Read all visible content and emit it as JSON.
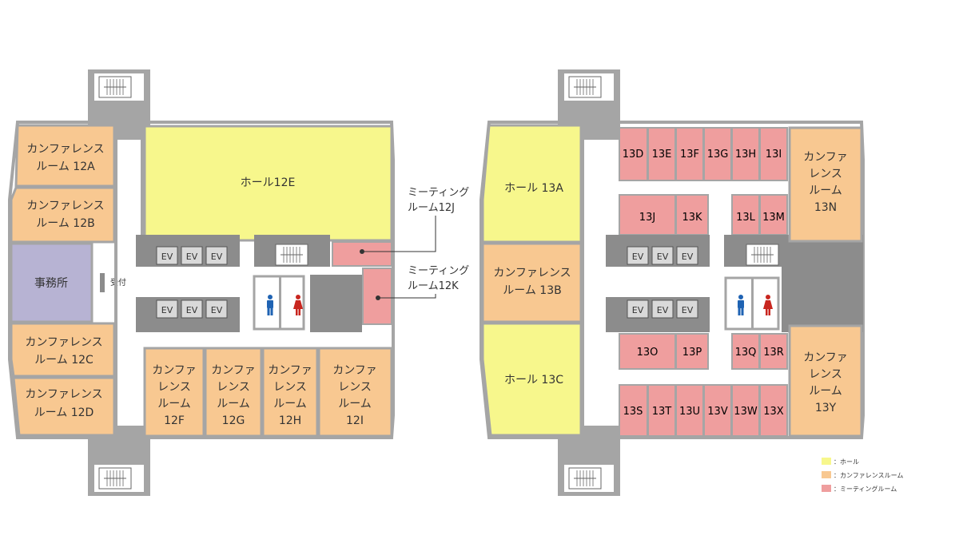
{
  "colors": {
    "hall": "#f7f78c",
    "conference": "#f8c891",
    "meeting": "#ef9e9e",
    "office": "#b7b3d3",
    "core": "#8c8c8c",
    "wall": "#a5a5a5",
    "corridor": "#ffffff"
  },
  "floor12": {
    "rooms": {
      "conf_12a": {
        "line1": "カンファレンス",
        "line2": "ルーム 12A"
      },
      "conf_12b": {
        "line1": "カンファレンス",
        "line2": "ルーム 12B"
      },
      "office": {
        "label": "事務所"
      },
      "reception": {
        "label": "受付"
      },
      "conf_12c": {
        "line1": "カンファレンス",
        "line2": "ルーム 12C"
      },
      "conf_12d": {
        "line1": "カンファレンス",
        "line2": "ルーム 12D"
      },
      "hall_12e": {
        "label": "ホール12E"
      },
      "conf_12f": {
        "line1": "カンファ",
        "line2": "レンス",
        "line3": "ルーム",
        "line4": "12F"
      },
      "conf_12g": {
        "line1": "カンファ",
        "line2": "レンス",
        "line3": "ルーム",
        "line4": "12G"
      },
      "conf_12h": {
        "line1": "カンファ",
        "line2": "レンス",
        "line3": "ルーム",
        "line4": "12H"
      },
      "conf_12i": {
        "line1": "カンファ",
        "line2": "レンス",
        "line3": "ルーム",
        "line4": "12I"
      }
    },
    "callouts": {
      "meeting_12j": {
        "line1": "ミーティング",
        "line2": "ルーム12J"
      },
      "meeting_12k": {
        "line1": "ミーティング",
        "line2": "ルーム12K"
      }
    },
    "elevators": [
      "EV",
      "EV",
      "EV",
      "EV",
      "EV",
      "EV"
    ]
  },
  "floor13": {
    "rooms": {
      "hall_13a": {
        "label": "ホール 13A"
      },
      "conf_13b": {
        "line1": "カンファレンス",
        "line2": "ルーム 13B"
      },
      "hall_13c": {
        "label": "ホール 13C"
      },
      "conf_13n": {
        "line1": "カンファ",
        "line2": "レンス",
        "line3": "ルーム",
        "line4": "13N"
      },
      "conf_13y": {
        "line1": "カンファ",
        "line2": "レンス",
        "line3": "ルーム",
        "line4": "13Y"
      }
    },
    "meeting_rooms": {
      "r13d": "13D",
      "r13e": "13E",
      "r13f": "13F",
      "r13g": "13G",
      "r13h": "13H",
      "r13i": "13I",
      "r13j": "13J",
      "r13k": "13K",
      "r13l": "13L",
      "r13m": "13M",
      "r13o": "13O",
      "r13p": "13P",
      "r13q": "13Q",
      "r13r": "13R",
      "r13s": "13S",
      "r13t": "13T",
      "r13u": "13U",
      "r13v": "13V",
      "r13w": "13W",
      "r13x": "13X"
    },
    "elevators": [
      "EV",
      "EV",
      "EV",
      "EV",
      "EV",
      "EV"
    ]
  },
  "legend": {
    "hall": "：ホール",
    "conference": "：カンファレンスルーム",
    "meeting": "：ミーティングルーム"
  },
  "icons": [
    "stairs-icon",
    "elevator-icon",
    "restroom-male-icon",
    "restroom-female-icon"
  ]
}
